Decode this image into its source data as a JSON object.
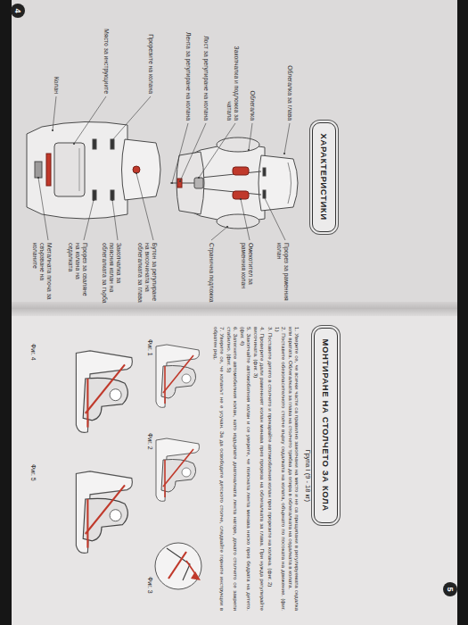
{
  "diagram": {
    "nodes": [
      {
        "text": [
          "ХАРАКТЕРИСТИКИ"
        ]
      },
      {
        "text": [
          "МОНТИРАНЕ НА СТОЛЧЕТО ЗА КОЛА"
        ]
      }
    ],
    "labels": [
      "4",
      "Облегалка за глава",
      "Облегалка",
      "Закопчалка и подложка за чатала",
      "Лост за регулиране на колана",
      "Лента за регулиране на колана",
      "Прорез за раменния колан",
      "Омекотител за раменния колан",
      "Странична подложка",
      "Прорезите на колана",
      "Място за инструкциите",
      "Колан",
      "Бутон за регулиране на височината на облегалката за глава",
      "Закопчалка за поясния колан на облегалката за гърба",
      "Прорез за сваляне на колана на седалката",
      "Металната плоча за свързване на коланите",
      "Група I (9 - 18 кг)",
      "1. Уверете се, че всички части са правилно закопчани на място и не са прищипани в регулируемата седалка или вратата. Облегалката за глава на столчето трябва да опира в облегалката на седалката в колата.",
      "2. Поставете обезопасителното столче върху седалката на колата, обърнато по посоката на движение. (фиг. 1)",
      "3. Поставете детето в столчето и прекарайте автомобилния колан през прорезите на колана. (фиг. 2)",
      "4. Проверете дали раменният колан минава през прореза на облегалката за глава. При нужда регулирайте височината. (фиг. 3)",
      "5. Закопчайте автомобилния колан и се уверете, че поясната лента минава ниско през бедрата на детето. (фиг. 4)",
      "6. Затегнете автомобилния колан, като издърпате диагоналната лента нагоре, докато столчето се закрепи стабилно. (фиг. 5)",
      "7. Уверете се, че коланът не е усукан. За да освободите детското столче, следвайте горните инструкции в обратен ред.",
      "Фиг. 1",
      "Фиг. 2",
      "Фиг. 3",
      "Фиг. 4",
      "Фиг. 5",
      "5"
    ]
  }
}
